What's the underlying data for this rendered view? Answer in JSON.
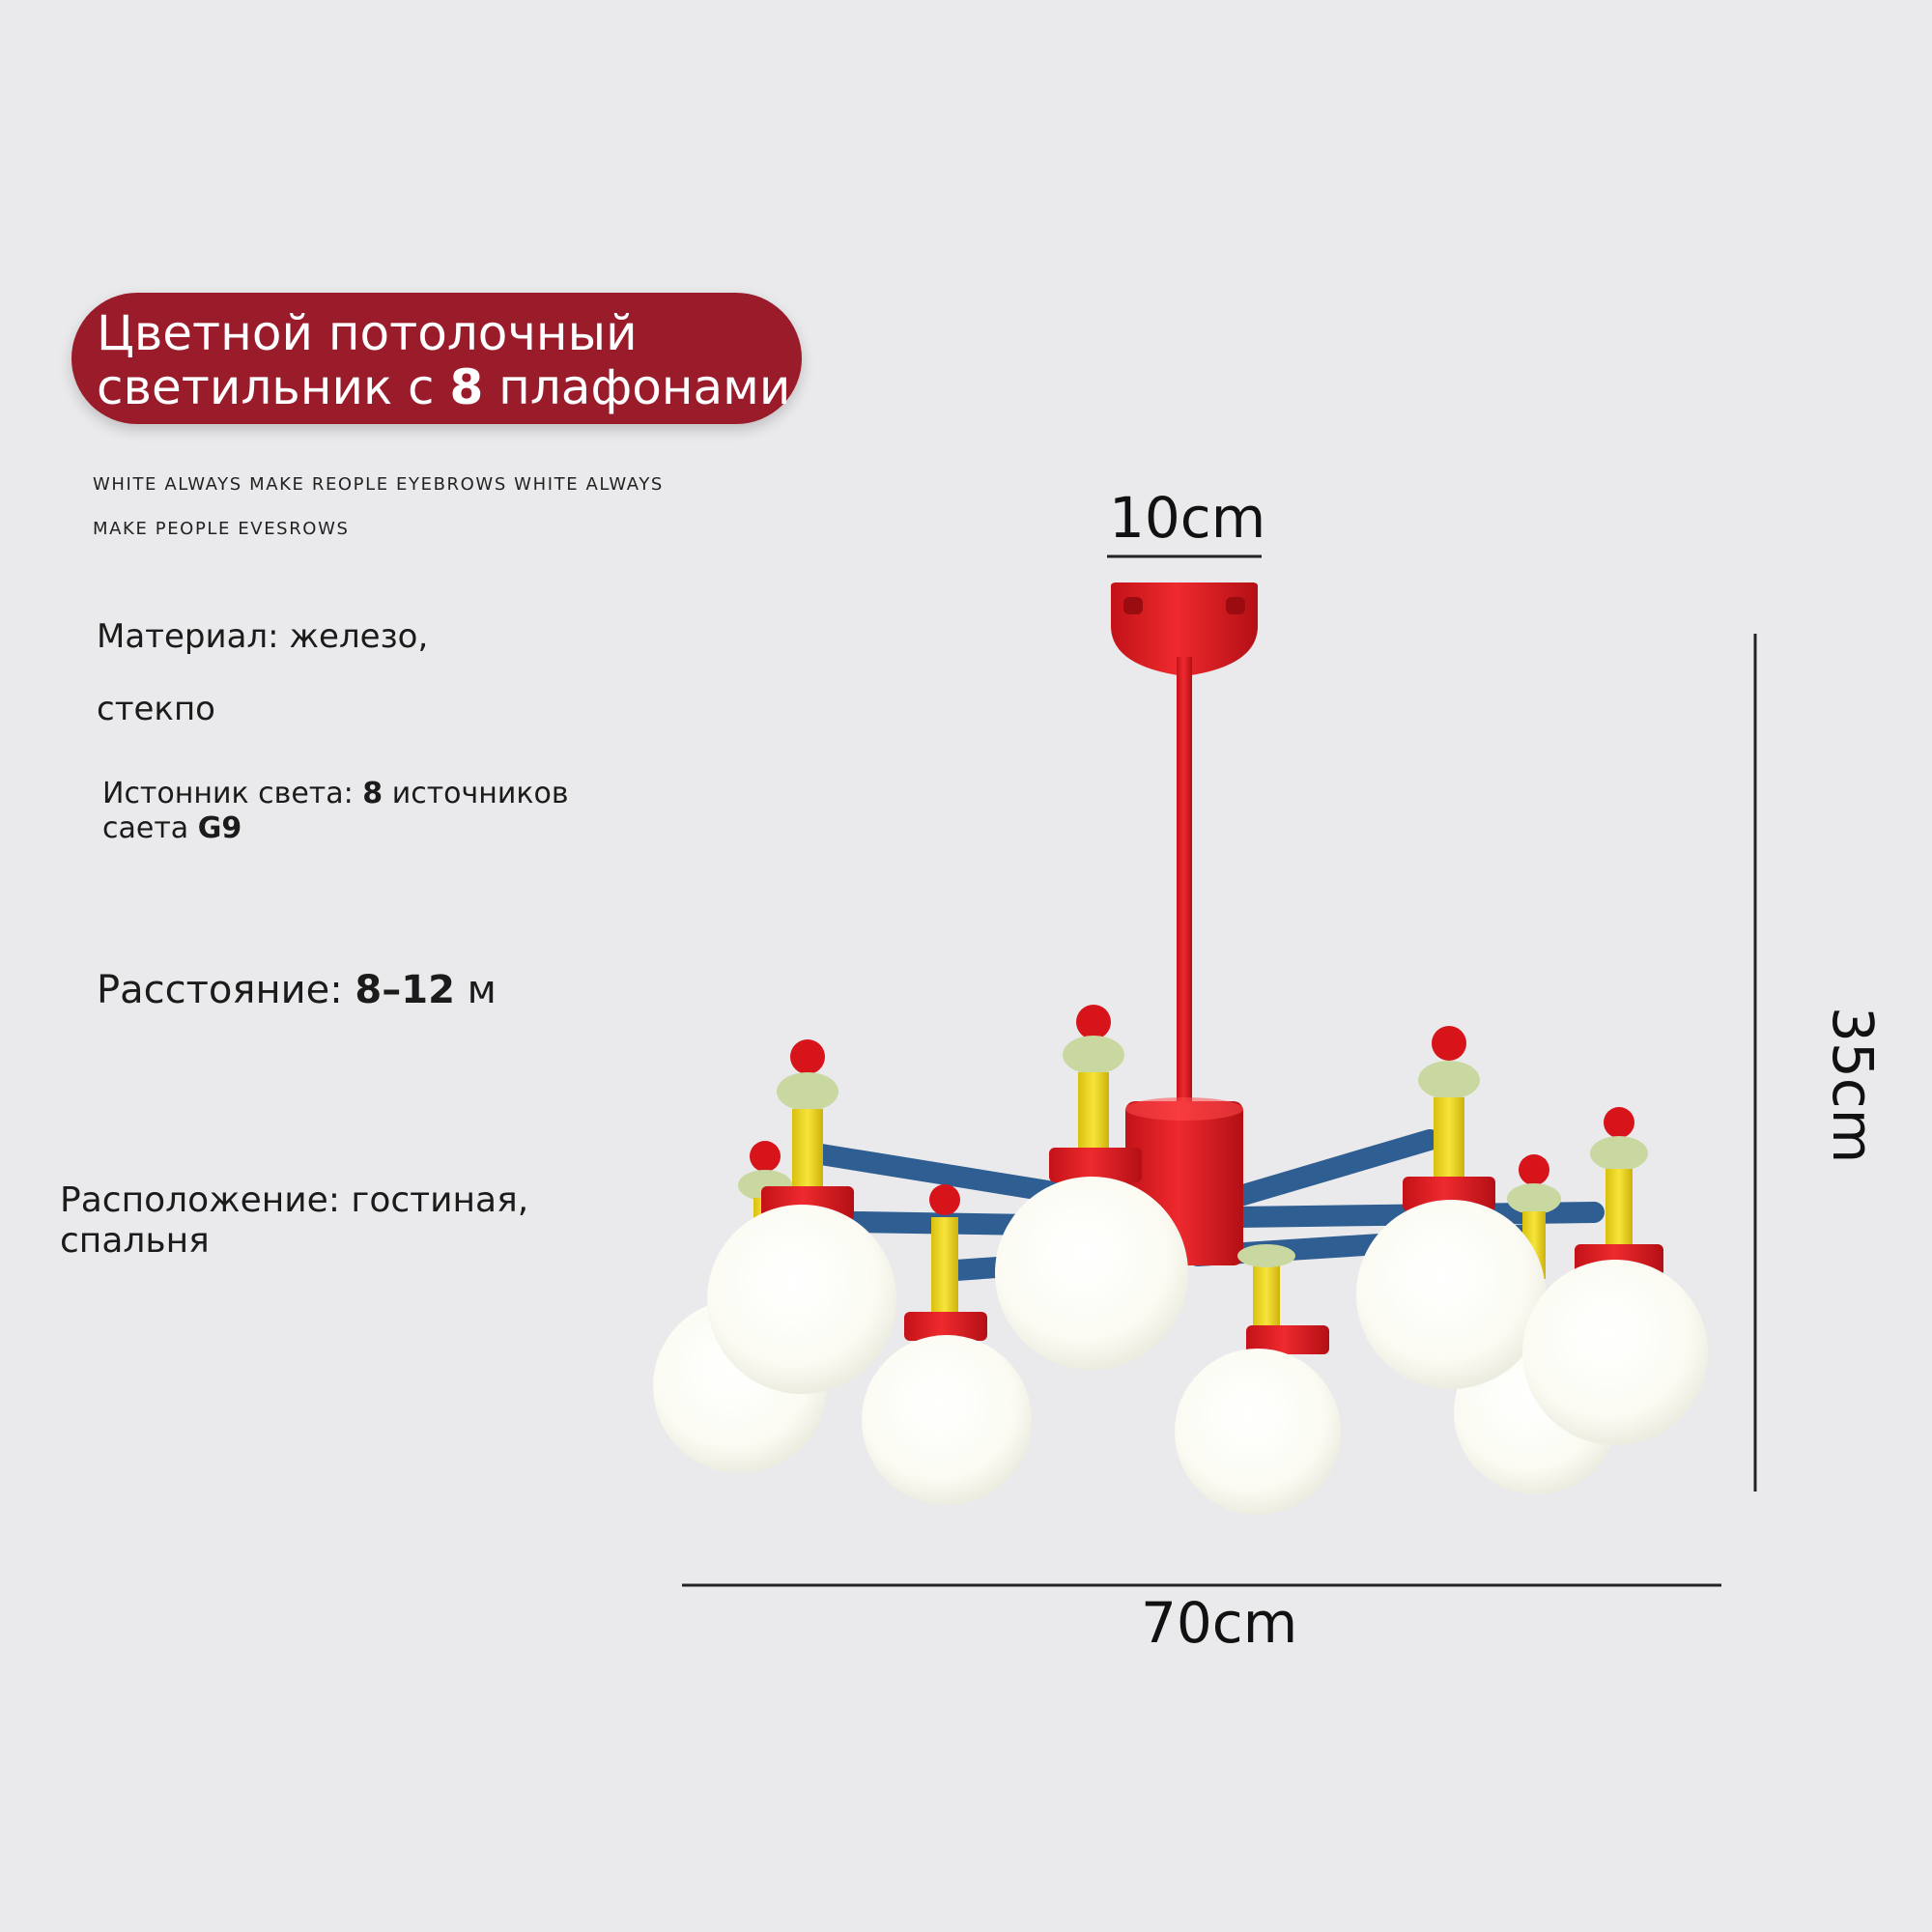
{
  "title": {
    "line1": "Цветной потолочный",
    "line2_prefix": "светильник с",
    "line2_number": "8",
    "line2_suffix": "плафонами"
  },
  "subtitle": {
    "line1": "WHITE ALWAYS MAKE REOPLE  EYEBROWS WHITE ALWAYS",
    "line2": "MAKE PEOPLE  EVESROWS"
  },
  "specs": {
    "material_label": "Материал:",
    "material_value1": "железо,",
    "material_value2": "стекпо",
    "source_label": "Истонник света:",
    "source_number": "8",
    "source_value": "источников",
    "source_line2_prefix": "саета",
    "source_line2_bold": "G9",
    "distance_label": "Расстояние:",
    "distance_value": "8–12",
    "distance_unit": "м",
    "location_label": "Расположение:",
    "location_value1": "гостиная,",
    "location_value2": "спальня"
  },
  "dimensions": {
    "top": "10cm",
    "height": "35cm",
    "width": "70cm"
  },
  "colors": {
    "pill": "#9a1c2b",
    "red": "#e0191f",
    "yellow": "#f2dc1e",
    "blue": "#2f5e92",
    "sage": "#c9d8a0",
    "globe": "#fbfbf4"
  }
}
